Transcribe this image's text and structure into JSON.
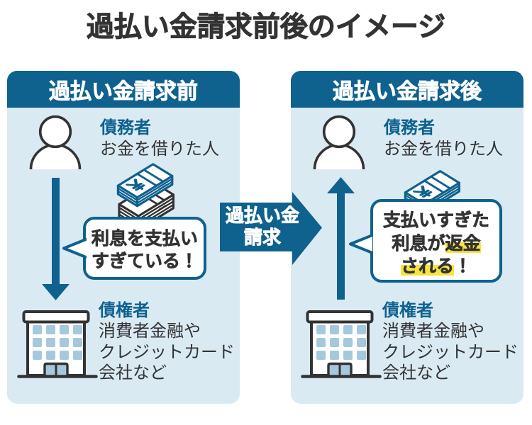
{
  "title": "過払い金請求前後のイメージ",
  "colors": {
    "blue": "#0f618e",
    "panel_bg": "#d9eaf3",
    "window": "#a6c8dd",
    "text": "#333333",
    "highlight": "#f8e43c",
    "white": "#ffffff"
  },
  "center_arrow": {
    "line1": "過払い金",
    "line2": "請求"
  },
  "panels": {
    "before": {
      "header": "過払い金請求前",
      "debtor": {
        "title": "債務者",
        "desc": "お金を借りた人"
      },
      "bubble": {
        "line1": "利息を支払い",
        "line2": "すぎている！"
      },
      "creditor": {
        "title": "債権者",
        "desc_line1": "消費者金融や",
        "desc_line2": "クレジットカード",
        "desc_line3": "会社など"
      }
    },
    "after": {
      "header": "過払い金請求後",
      "debtor": {
        "title": "債務者",
        "desc": "お金を借りた人"
      },
      "bubble": {
        "line1": "支払いすぎた",
        "line2_plain": "利息が",
        "line2_highlight": "返金",
        "line3_highlight": "される",
        "line3_plain": "！"
      },
      "creditor": {
        "title": "債権者",
        "desc_line1": "消費者金融や",
        "desc_line2": "クレジットカード",
        "desc_line3": "会社など"
      }
    }
  },
  "icons": {
    "person": "person-icon",
    "money": "money-stack-icon",
    "building": "building-icon",
    "arrow_down": "arrow-down-icon",
    "arrow_up": "arrow-up-icon",
    "claim_arrow": "arrow-right-icon"
  }
}
